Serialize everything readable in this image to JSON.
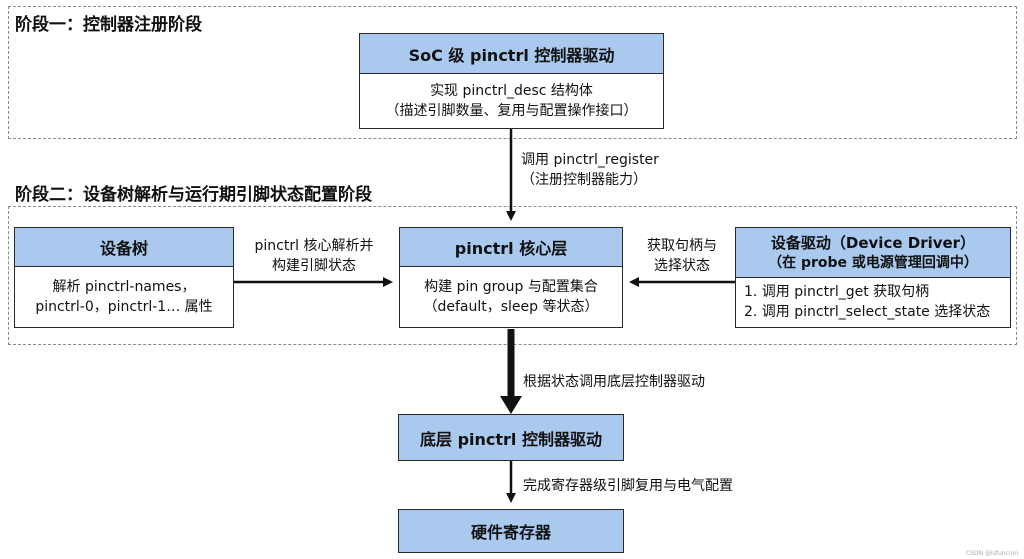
{
  "stage1": {
    "title": "阶段一：控制器注册阶段"
  },
  "stage2": {
    "title": "阶段二：设备树解析与运行期引脚状态配置阶段"
  },
  "soc_box": {
    "title": "SoC 级 pinctrl 控制器驱动",
    "body": [
      "实现 pinctrl_desc 结构体",
      "（描述引脚数量、复用与配置操作接口）"
    ]
  },
  "register_label": [
    "调用 pinctrl_register",
    "（注册控制器能力）"
  ],
  "dt_box": {
    "title": "设备树",
    "body": [
      "解析 pinctrl-names，",
      "pinctrl-0，pinctrl-1… 属性"
    ]
  },
  "dt_arrow_label": [
    "pinctrl 核心解析并",
    "构建引脚状态"
  ],
  "core_box": {
    "title": "pinctrl 核心层",
    "body": [
      "构建 pin group 与配置集合",
      "（default，sleep 等状态）"
    ]
  },
  "driver_arrow_label": [
    "获取句柄与",
    "选择状态"
  ],
  "driver_box": {
    "title": [
      "设备驱动（Device Driver）",
      "（在 probe 或电源管理回调中）"
    ],
    "body": [
      "1. 调用 pinctrl_get 获取句柄",
      "2. 调用 pinctrl_select_state 选择状态"
    ]
  },
  "state_label": "根据状态调用底层控制器驱动",
  "low_box": {
    "title": "底层 pinctrl 控制器驱动"
  },
  "reg_label": "完成寄存器级引脚复用与电气配置",
  "hw_box": {
    "title": "硬件寄存器"
  },
  "watermark": "CSDN @lsfuncion"
}
